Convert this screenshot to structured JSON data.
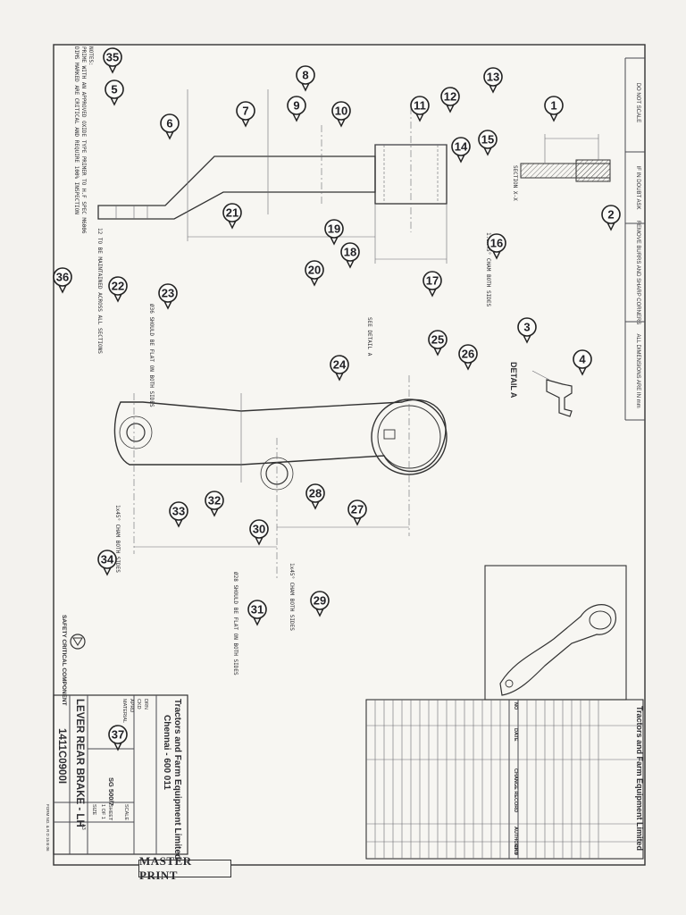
{
  "company": {
    "name": "Tractors and Farm Equipment Limited",
    "city": "Chennai - 600 011"
  },
  "part": {
    "name": "LEVER REAR BRAKE - LH",
    "number": "1411C0900I",
    "hardness_note": "SG 500/7"
  },
  "title_block": {
    "form_no": "FORM NO. & R D 15 B 06",
    "master_print": "MASTER PRINT",
    "scale_label": "SCALE",
    "sheet_label": "SHEET",
    "sheet_value": "1 OF 1",
    "size_label": "SIZE",
    "size_value": "A3",
    "drawn_label": "DRN",
    "checked_label": "CKD",
    "approved_label": "APRD",
    "material_label": "MATERIAL"
  },
  "header_strip": {
    "cells": [
      "DO NOT SCALE",
      "IF IN DOUBT ASK",
      "REMOVE BURRS AND SHARP CORNERS",
      "ALL DIMENSIONS ARE IN mm"
    ]
  },
  "notes": {
    "heading": "NOTES:",
    "line1": "PRIME WITH AN APPROVED OXIDE TYPE PRIMER TO H.F SPEC M6006",
    "line2": "DIMS MARKED ARE CRITICAL AND REQUIRE 100% INSPECTION"
  },
  "views": {
    "section_label": "SECTION X-X",
    "detail_label": "DETAIL A",
    "see_detail": "SEE DETAIL A",
    "safety_label": "SAFETY CRITICAL COMPONENT"
  },
  "callouts": {
    "chamfer_both_sides": "1.5x45° CHAM BOTH SIDES",
    "flat_both_sides_36": "Ø36 SHOULD BE FLAT ON BOTH SIDES",
    "flat_both_sides_28": "Ø28 SHOULD BE FLAT ON BOTH SIDES",
    "maintain_sections": "12 TO BE MAINTAINED ACROSS ALL SECTIONS",
    "chamfer_1": "1x45° CHAM BOTH SIDES",
    "chamfer_2": "1x45° CHAM BOTH SIDES"
  },
  "balloons": [
    "1",
    "2",
    "3",
    "4",
    "5",
    "6",
    "7",
    "8",
    "9",
    "10",
    "11",
    "12",
    "13",
    "14",
    "15",
    "16",
    "17",
    "18",
    "19",
    "20",
    "21",
    "22",
    "23",
    "24",
    "25",
    "26",
    "27",
    "28",
    "29",
    "30",
    "31",
    "32",
    "33",
    "34",
    "35",
    "36",
    "37"
  ],
  "revision_table": {
    "headers": [
      "NO",
      "DATE",
      "CHANGE RECORD",
      "AUTHORITY",
      "CKD"
    ]
  }
}
